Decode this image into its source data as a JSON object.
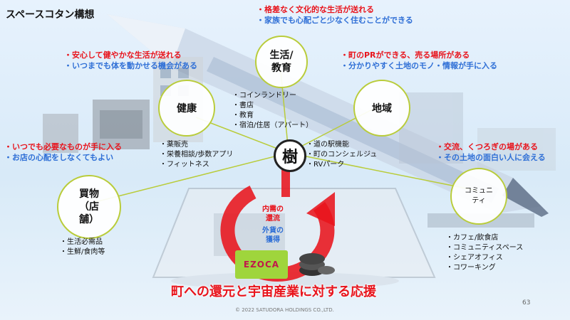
{
  "title": "スペースコタン構想",
  "notes": {
    "top": [
      "・格差なく文化的な生活が送れる",
      "・家族でも心配ごと少なく住むことができる"
    ],
    "health": [
      "・安心して健やかな生活が送れる",
      "・いつまでも体を動かせる機会がある"
    ],
    "region": [
      "・町のPRができる、売る場所がある",
      "・分かりやすく土地のモノ・情報が手に入る"
    ],
    "shopping": [
      "・いつでも必要なものが手に入る",
      "・お店の心配をしなくてもよい"
    ],
    "community": [
      "・交流、くつろぎの場がある",
      "・その土地の面白い人に会える"
    ]
  },
  "circles": {
    "life": "生活/\n教育",
    "health": "健康",
    "region": "地域",
    "shopping": "買物\n（店\n舗）",
    "community": "コミュニ\nティ"
  },
  "lists": {
    "life": [
      "コインランドリー",
      "書店",
      "教育",
      "宿泊/住居（アパート）"
    ],
    "health": [
      "薬販売",
      "栄養相談/歩数アプリ",
      "フィットネス"
    ],
    "region": [
      "道の駅機能",
      "町のコンシェルジュ",
      "RVパーク"
    ],
    "shopping": [
      "生活必需品",
      "生鮮/食肉等"
    ],
    "community": [
      "カフェ/飲食店",
      "コミュニティスペース",
      "シェアオフィス",
      "コワーキング"
    ]
  },
  "center": {
    "logo_char": "樹",
    "cycle_red": "内需の\n還流",
    "cycle_blue": "外貨の\n獲得"
  },
  "card_text": "EZOCA",
  "slogan": "町への還元と宇宙産業に対する応援",
  "copyright": "© 2022 SATUDORA HOLDINGS CO.,LTD.",
  "page_number": "63",
  "colors": {
    "accent_red": "#e8141c",
    "accent_blue": "#2f6fd6",
    "circle_border": "#b9cc3a"
  }
}
